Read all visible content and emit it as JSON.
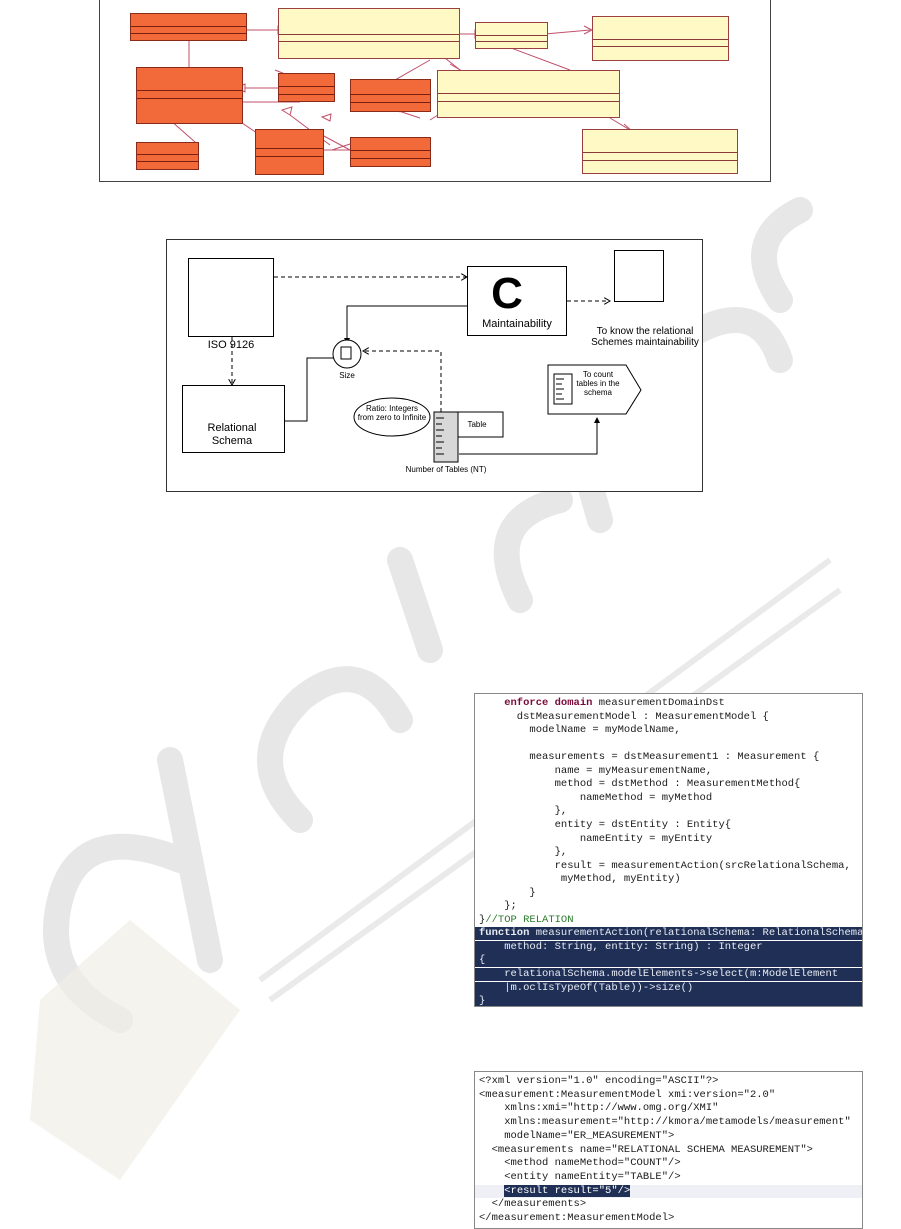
{
  "figure2": {
    "maintainability_label": "Maintainability",
    "maintainability_letter": "C",
    "goal_label": "To know the relational Schemes maintainability",
    "iso_label": "ISO 9126",
    "size_label": "Size",
    "relational_schema_label": "Relational Schema",
    "scale_label": "Ratio: Integers from zero to Infinite",
    "table_label": "Table",
    "measure_label": "Number of Tables (NT)",
    "method_label": "To count tables in the schema"
  },
  "listing1": {
    "lines": [
      "    enforce domain measurementDomainDst",
      "      dstMeasurementModel : MeasurementModel {",
      "        modelName = myModelName,",
      "",
      "        measurements = dstMeasurement1 : Measurement {",
      "            name = myMeasurementName,",
      "            method = dstMethod : MeasurementMethod{",
      "                nameMethod = myMethod",
      "            },",
      "            entity = dstEntity : Entity{",
      "                nameEntity = myEntity",
      "            },",
      "            result = measurementAction(srcRelationalSchema,",
      "             myMethod, myEntity)",
      "        }",
      "    };",
      "}//TOP RELATION",
      "function measurementAction(relationalSchema: RelationalSchema,",
      "    method: String, entity: String) : Integer",
      "{",
      "    relationalSchema.modelElements->select(m:ModelElement",
      "    |m.oclIsTypeOf(Table))->size()",
      "}"
    ]
  },
  "listing2": {
    "lines": [
      "<?xml version=\"1.0\" encoding=\"ASCII\"?>",
      "<measurement:MeasurementModel xmi:version=\"2.0\"",
      "    xmlns:xmi=\"http://www.omg.org/XMI\"",
      "    xmlns:measurement=\"http://kmora/metamodels/measurement\"",
      "    modelName=\"ER_MEASUREMENT\">",
      "  <measurements name=\"RELATIONAL SCHEMA MEASUREMENT\">",
      "    <method nameMethod=\"COUNT\"/>",
      "    <entity nameEntity=\"TABLE\"/>",
      "    <result result=\"5\"/>",
      "  </measurements>",
      "</measurement:MeasurementModel>"
    ]
  },
  "colors": {
    "orange_class": "#f26a3a",
    "yellow_class": "#fff9c6",
    "code_highlight": "#1f2f55",
    "watermark": "#e6e6e6"
  }
}
